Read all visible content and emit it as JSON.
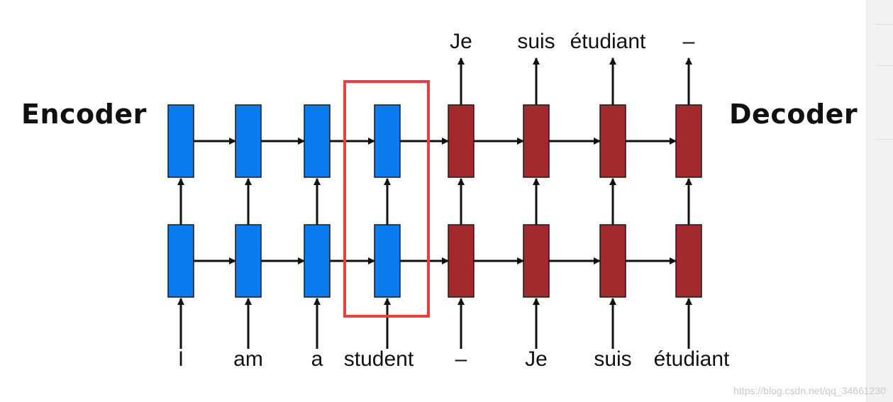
{
  "diagram": {
    "encoder_label": "Encoder",
    "decoder_label": "Decoder",
    "inputs": [
      "I",
      "am",
      "a",
      "student",
      "–",
      "Je",
      "suis",
      "étudiant"
    ],
    "outputs": [
      "Je",
      "suis",
      "étudiant",
      "–"
    ],
    "colors": {
      "encoder_cell": "#0a7cf0",
      "decoder_cell": "#a2292c",
      "highlight_box": "#ee3b3b",
      "arrow": "#111111"
    }
  },
  "watermark": "https://blog.csdn.net/qq_34661230"
}
